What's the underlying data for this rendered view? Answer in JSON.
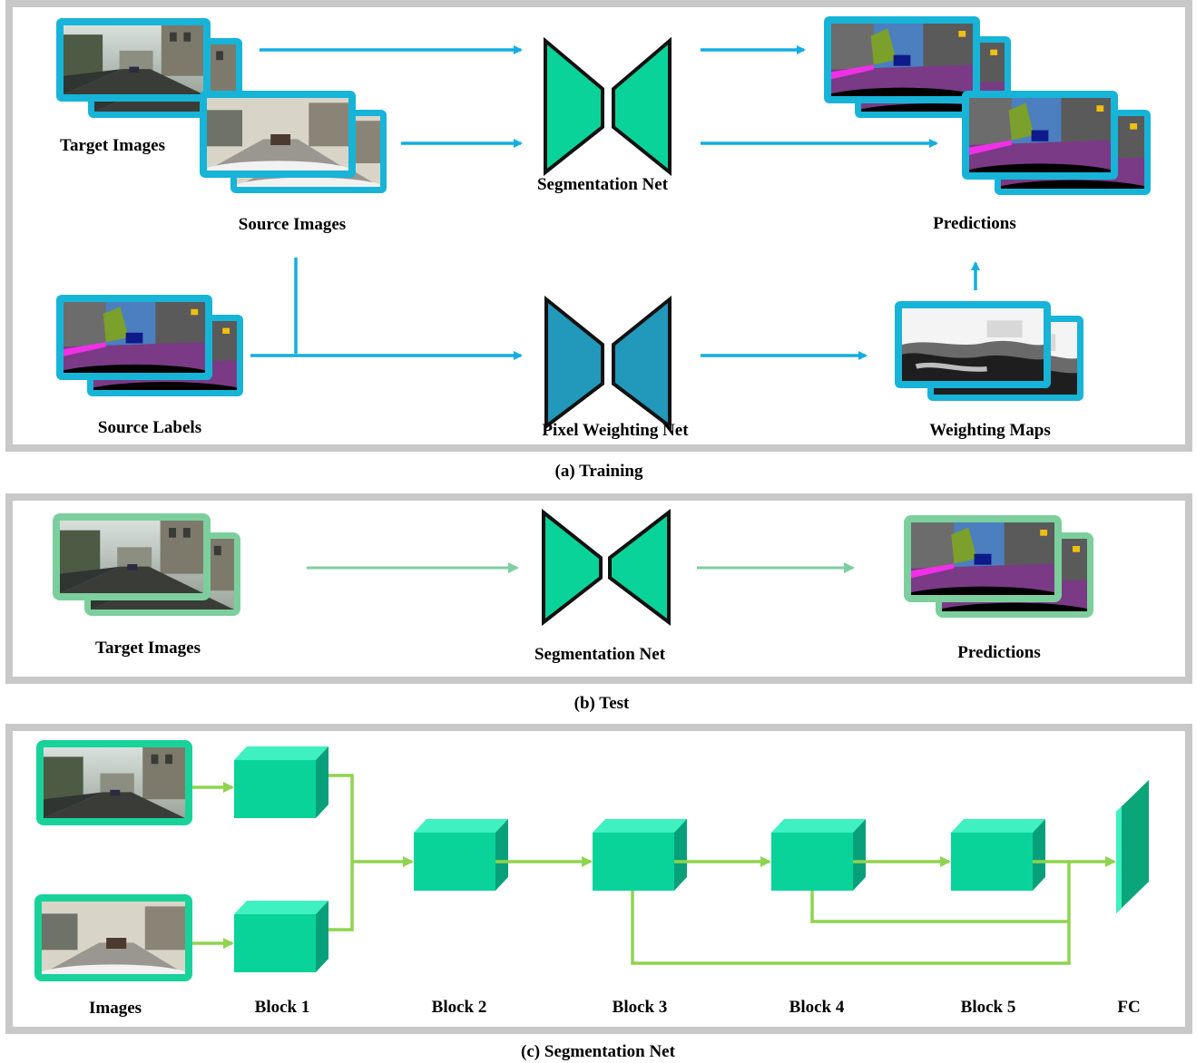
{
  "colors": {
    "panel_border": "#c8c8c8",
    "training_arrow": "#12aee0",
    "test_arrow": "#7dcfa0",
    "seg_block": "#6fd6a8",
    "net_seg": "#0ad39a",
    "net_pixel": "#2298bb",
    "block_front": "#0ad39a",
    "block_top": "#3ff0c0",
    "block_side": "#08a07a",
    "arch_arrow": "#8fd44f",
    "frame_train": "#17b4d8",
    "frame_test": "#7ccf9c",
    "frame_arch": "#18d29a"
  },
  "training": {
    "caption": "(a) Training",
    "target_images": "Target Images",
    "source_images": "Source Images",
    "segmentation_net": "Segmentation Net",
    "predictions": "Predictions",
    "source_labels": "Source Labels",
    "pixel_weighting_net": "Pixel Weighting Net",
    "weighting_maps": "Weighting Maps"
  },
  "test": {
    "caption": "(b) Test",
    "target_images": "Target Images",
    "segmentation_net": "Segmentation Net",
    "predictions": "Predictions"
  },
  "architecture": {
    "caption": "(c) Segmentation Net",
    "images": "Images",
    "blocks": [
      "Block 1",
      "Block 2",
      "Block 3",
      "Block 4",
      "Block 5"
    ],
    "fc": "FC"
  }
}
